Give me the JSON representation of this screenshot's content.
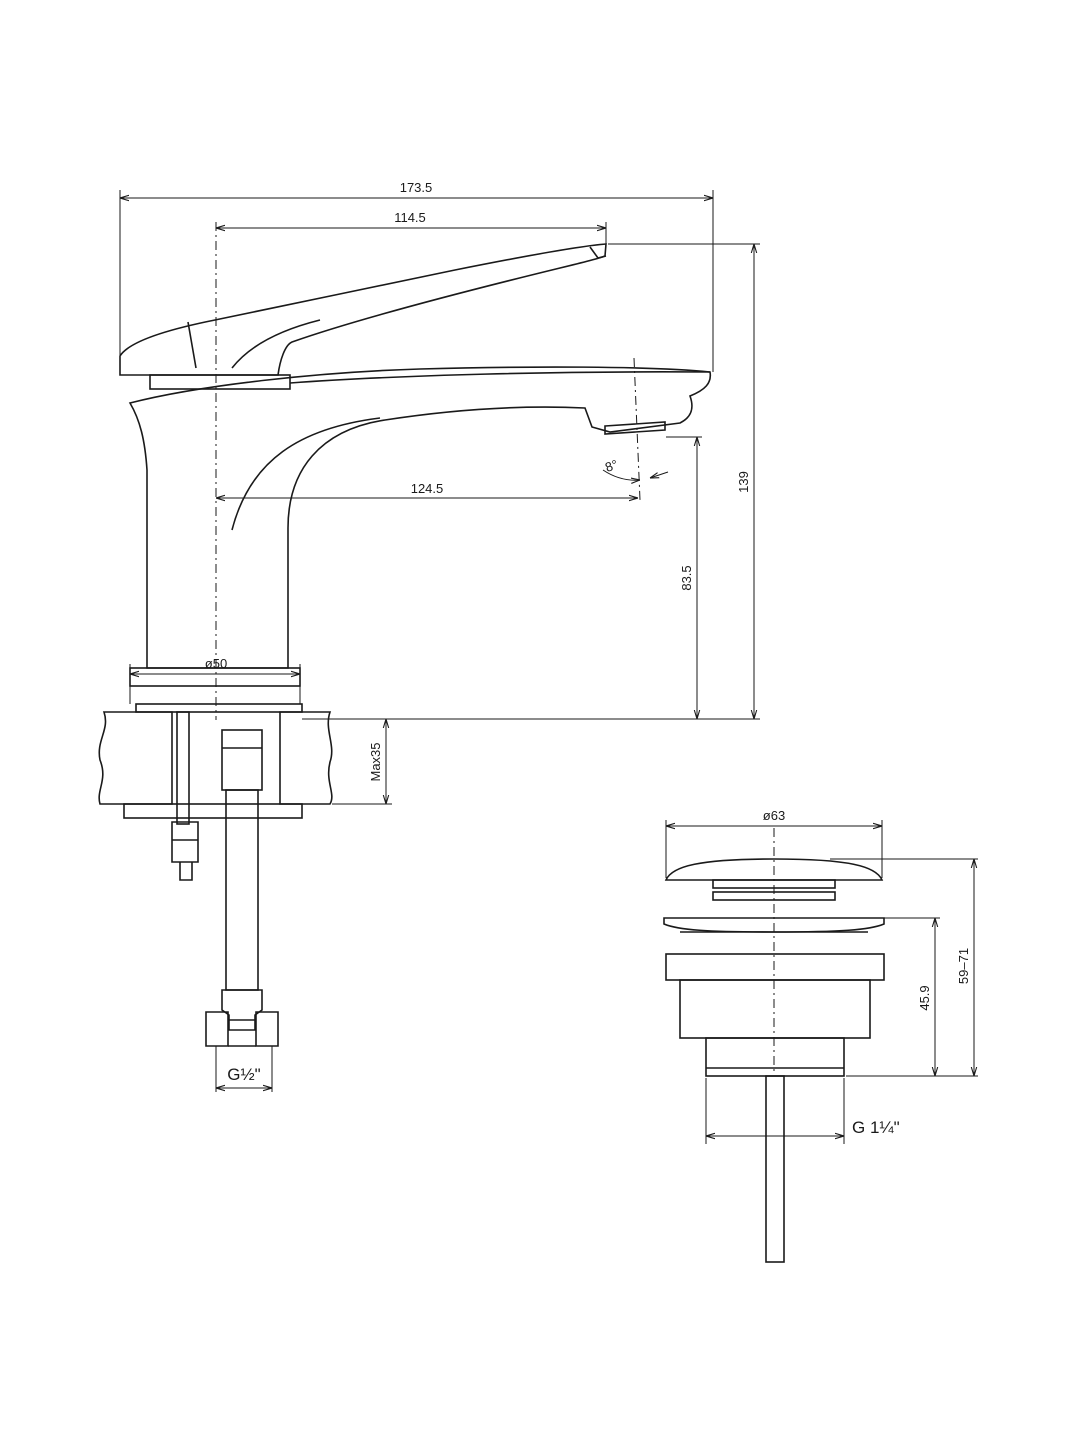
{
  "faucet": {
    "overall_length": "173.5",
    "lever_length": "114.5",
    "spout_reach": "124.5",
    "spout_angle": "8°",
    "total_height": "139",
    "spout_height": "83.5",
    "base_diameter": "ø50",
    "max_thickness": "Max35",
    "inlet_thread": "G½\""
  },
  "drain": {
    "cap_diameter": "ø63",
    "body_height": "45.9",
    "total_height": "59–71",
    "thread": "G 1¼\""
  }
}
